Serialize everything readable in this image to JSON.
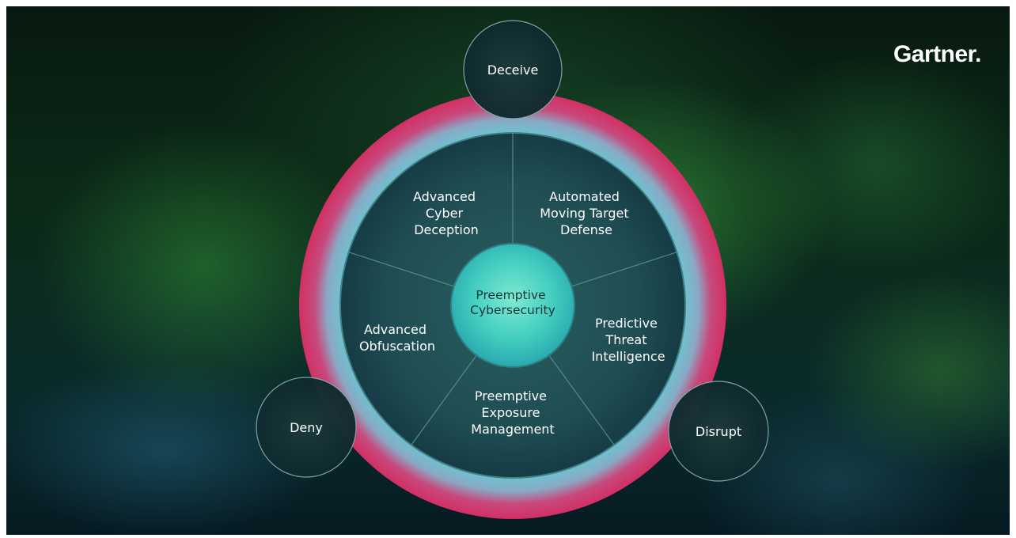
{
  "brand": {
    "logo_text": "Gartner."
  },
  "diagram": {
    "center_label": [
      "Preemptive",
      "Cybersecurity"
    ],
    "segments": [
      {
        "name": "advanced-cyber-deception",
        "lines": [
          "Advanced",
          "Cyber",
          "Deception"
        ]
      },
      {
        "name": "automated-moving-target-defense",
        "lines": [
          "Automated",
          "Moving Target",
          "Defense"
        ]
      },
      {
        "name": "predictive-threat-intelligence",
        "lines": [
          "Predictive",
          "Threat",
          "Intelligence"
        ]
      },
      {
        "name": "preemptive-exposure-management",
        "lines": [
          "Preemptive",
          "Exposure",
          "Management"
        ]
      },
      {
        "name": "advanced-obfuscation",
        "lines": [
          "Advanced",
          "Obfuscation"
        ]
      }
    ],
    "outer_nodes": [
      {
        "name": "deceive",
        "label": "Deceive"
      },
      {
        "name": "deny",
        "label": "Deny"
      },
      {
        "name": "disrupt",
        "label": "Disrupt"
      }
    ]
  },
  "colors": {
    "ring_outer": "#d3336a",
    "ring_inner": "#5fb2c0",
    "disk": "#1d4b51",
    "center": "#3fd0c0"
  }
}
